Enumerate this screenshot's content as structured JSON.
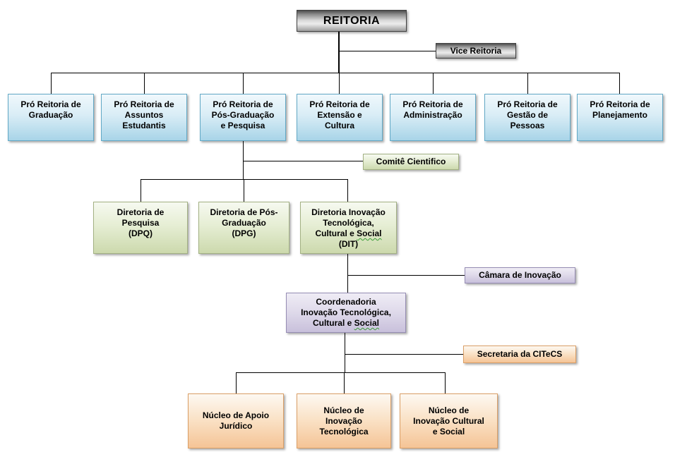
{
  "diagram": {
    "type": "org-chart",
    "background": "#ffffff",
    "colors": {
      "connector": "#000000",
      "gray_box_fill_top": "#4e4e4e",
      "gray_box_fill_bottom": "#9d9d9d",
      "blue_box_fill_bottom": "#a8d4e8",
      "blue_box_border": "#62a9c6",
      "green_box_fill_bottom": "#ccd9ad",
      "green_box_border": "#a3b183",
      "purple_box_fill_bottom": "#c8c0db",
      "purple_box_border": "#968db4",
      "orange_box_fill_bottom": "#f5c496",
      "orange_box_border": "#db9f66",
      "spellcheck_wavy_underline": "#3a9d35",
      "text": "#000000"
    }
  },
  "nodes": {
    "reitoria": {
      "label": "REITORIA"
    },
    "vice": {
      "label": "Vice Reitoria"
    },
    "pr_graduacao": {
      "lines": [
        "Pró Reitoria de",
        "Graduação"
      ]
    },
    "pr_assuntos": {
      "lines": [
        "Pró Reitoria de",
        "Assuntos",
        "Estudantis"
      ]
    },
    "pr_posgrad": {
      "lines": [
        "Pró Reitoria de",
        "Pós-Graduação",
        "e Pesquisa"
      ]
    },
    "pr_extensao": {
      "lines": [
        "Pró Reitoria de",
        "Extensão e",
        "Cultura"
      ]
    },
    "pr_admin": {
      "lines": [
        "Pró Reitoria de",
        "Administração"
      ]
    },
    "pr_gestao": {
      "lines": [
        "Pró Reitoria de",
        "Gestão de",
        "Pessoas"
      ]
    },
    "pr_planejamento": {
      "lines": [
        "Pró Reitoria de",
        "Planejamento"
      ]
    },
    "comite": {
      "label": "Comitê Cientifico"
    },
    "dpq": {
      "lines": [
        "Diretoria de",
        "Pesquisa",
        "(DPQ)"
      ]
    },
    "dpg": {
      "lines": [
        "Diretoria de Pós-",
        "Graduação",
        "(DPG)"
      ]
    },
    "dit": {
      "lines_before": [
        "Diretoria Inovação",
        "Tecnológica,",
        "Cultural e "
      ],
      "wavy_word": "Social",
      "lines_after": [
        "",
        "(DIT)"
      ]
    },
    "camara": {
      "label": "Câmara de Inovação"
    },
    "citecs": {
      "lines_before": [
        "Coordenadoria",
        "Inovação Tecnológica,",
        "Cultural e "
      ],
      "wavy_word": "Social"
    },
    "secretaria": {
      "label": "Secretaria da CITeCS"
    },
    "nucleo_juridico": {
      "lines": [
        "Núcleo de Apoio",
        "Jurídico"
      ]
    },
    "nucleo_tecnologica": {
      "lines": [
        "Núcleo de",
        "Inovação",
        "Tecnológica"
      ]
    },
    "nucleo_cultural": {
      "lines": [
        "Núcleo de",
        "Inovação Cultural",
        "e Social"
      ]
    }
  },
  "edges": [
    {
      "from": "reitoria",
      "to": "vice",
      "style": "side-branch"
    },
    {
      "from": "reitoria",
      "to": "pr_graduacao"
    },
    {
      "from": "reitoria",
      "to": "pr_assuntos"
    },
    {
      "from": "reitoria",
      "to": "pr_posgrad"
    },
    {
      "from": "reitoria",
      "to": "pr_extensao"
    },
    {
      "from": "reitoria",
      "to": "pr_admin"
    },
    {
      "from": "reitoria",
      "to": "pr_gestao"
    },
    {
      "from": "reitoria",
      "to": "pr_planejamento"
    },
    {
      "from": "pr_posgrad",
      "to": "comite",
      "style": "side-branch"
    },
    {
      "from": "pr_posgrad",
      "to": "dpq"
    },
    {
      "from": "pr_posgrad",
      "to": "dpg"
    },
    {
      "from": "pr_posgrad",
      "to": "dit"
    },
    {
      "from": "dit",
      "to": "camara",
      "style": "side-branch"
    },
    {
      "from": "dit",
      "to": "citecs"
    },
    {
      "from": "citecs",
      "to": "secretaria",
      "style": "side-branch"
    },
    {
      "from": "citecs",
      "to": "nucleo_juridico"
    },
    {
      "from": "citecs",
      "to": "nucleo_tecnologica"
    },
    {
      "from": "citecs",
      "to": "nucleo_cultural"
    }
  ]
}
